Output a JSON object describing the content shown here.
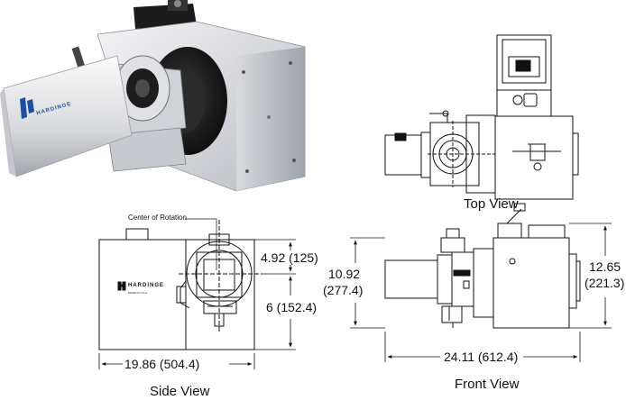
{
  "brand": {
    "name": "HARDINGE",
    "origin": "MADE IN U.S.A."
  },
  "labels": {
    "top_view": "Top View",
    "side_view": "Side View",
    "front_view": "Front View",
    "center_of_rotation": "Center of Rotation"
  },
  "dimensions": {
    "side_upper": "4.92 (125)",
    "side_lower": "6 (152.4)",
    "side_width": "19.86 (504.4)",
    "front_left_a": "10.92",
    "front_left_b": "(277.4)",
    "front_right_a": "12.65",
    "front_right_b": "(221.3)",
    "front_width": "24.11 (612.4)"
  }
}
